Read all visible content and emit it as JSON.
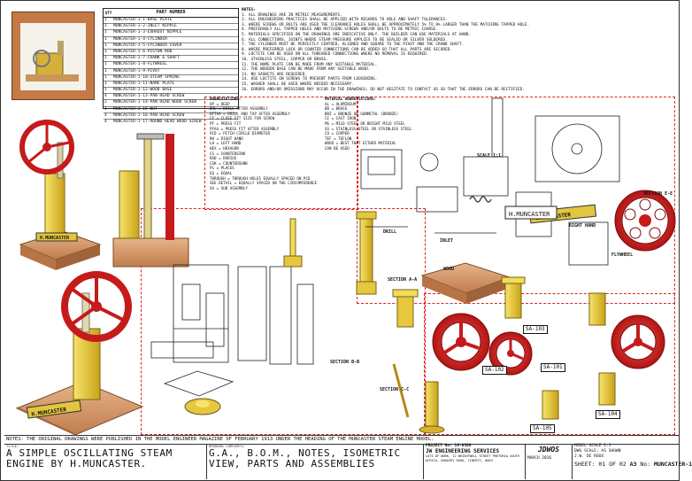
{
  "bom": {
    "header_ref": "QTY",
    "header": "PART NUMBER",
    "rows": [
      {
        "qty": "1",
        "part": "MUNCASTER-1-1-BASE PLATE"
      },
      {
        "qty": "1",
        "part": "MUNCASTER-1-2-INLET NIPPLE"
      },
      {
        "qty": "1",
        "part": "MUNCASTER-1-3-EXHAUST NIPPLE"
      },
      {
        "qty": "1",
        "part": "MUNCASTER-1-4-CYLINDER"
      },
      {
        "qty": "1",
        "part": "MUNCASTER-1-5-CYLINDER COVER"
      },
      {
        "qty": "1",
        "part": "MUNCASTER-1-6-PISTON ROD"
      },
      {
        "qty": "1",
        "part": "MUNCASTER-1-7-CRANK & SHAFT"
      },
      {
        "qty": "1",
        "part": "MUNCASTER-1-8-FLYWHEEL"
      },
      {
        "qty": "1",
        "part": "MUNCASTER-1-9-PIVOT"
      },
      {
        "qty": "1",
        "part": "MUNCASTER-1-10-STEAM SPRING"
      },
      {
        "qty": "1",
        "part": "MUNCASTER-1-11-NAME PLATE"
      },
      {
        "qty": "1",
        "part": "MUNCASTER-1-12-WOOD BASE"
      },
      {
        "qty": "4",
        "part": "MUNCASTER-1-13-PAN HEAD SCREW"
      },
      {
        "qty": "2",
        "part": "MUNCASTER-1-14-PAN HEAD WOOD SCREW"
      },
      {
        "qty": "1",
        "part": "MUNCASTER-1-15-NUT"
      },
      {
        "qty": "4",
        "part": "MUNCASTER-1-16-PAN HEAD SCREW"
      },
      {
        "qty": "4",
        "part": "MUNCASTER-1-17-ROUND HEAD WOOD SCREW"
      }
    ]
  },
  "notes": {
    "title": "NOTES:",
    "lines": [
      "1. ALL DRAWINGS ARE IN METRIC MEASUREMENTS.",
      "2. ALL ENGINEERING PRACTICES SHALL BE APPLIED WITH REGARDS TO HOLE AND SHAFT TOLERANCES.",
      "3. WHERE SCREWS OR BOLTS ARE USED THE CLEARANCE HOLES SHALL BE APPROXIMATELY 5% TO 8% LARGER THAN THE MATCHING TAPPED HOLE.",
      "4. PREFERABLY ALL TAPPED HOLES AND MATCHING SCREWS AND/OR BOLTS TO BE METRIC COARSE.",
      "5. MATERIALS SPECIFIED ON THE DRAWINGS ARE INDICATIVE ONLY. THE BUILDER CAN USE MATERIALS AT HAND.",
      "6. ALL CONNECTIONS, JOINTS WHERE STEAM PRESSURE APPLIES TO BE SEALED OR SILVER SOLDERED.",
      "7. THE CYLINDER MUST BE PERFECTLY CENTRED, ALIGNED AND SQUARE TO THE PIVOT AND THE CRANK SHAFT.",
      "8. WHERE PREFERRED LOCK OR COUNTER CONNECTIONS CAN BE ADDED SO THAT ALL PARTS ARE SECURED.",
      "9. LOCTITE CAN BE USED ON ALL THREADED CONNECTIONS WHERE NO REMOVAL IS REQUIRED.",
      "10. STAINLESS STEEL, COPPER OR BRASS.",
      "11. THE NAME PLATE CAN BE MADE FROM ANY SUITABLE MATERIAL.",
      "12. THE WOODEN BASE CAN BE MADE FROM ANY SUITABLE WOOD.",
      "13. NO GASKETS ARE REQUIRED.",
      "14. USE LOCTITE ON SCREWS TO PREVENT PARTS FROM LOOSENING.",
      "15. WASHER SHALL BE USED WHERE NEEDED NECESSARY.",
      "16. ERRORS AND/OR OMISSIONS MAY OCCUR IN THE DRAWINGS; DO NOT HESITATE TO CONTACT US SO THAT THE ERRORS CAN BE RECTIFIED."
    ]
  },
  "abbreviations": {
    "title": "ABBREVIATIONS:",
    "lines": [
      "DP = DEEP",
      "DRL = DRILL AFTER ASSEMBLY",
      "DFTAA = DRILL AND TAP AFTER ASSEMBLY",
      "CF = CLOSE FIT SIZE FOR SCREW",
      "PF = PRESS FIT",
      "PFAA = PRESS FIT AFTER ASSEMBLY",
      "PCD = PITCH CIRCLE DIAMETER",
      "RH = RIGHT HAND",
      "LH = LEFT HAND",
      "HEX = HEXAGON",
      "CS = COUNTERSINK",
      "RAD = RADIUS",
      "CSK = COUNTERSUNK",
      "PL = PLACES",
      "EQ = EQUAL",
      "THROUGH = THROUGH HOLES EQUALLY SPACED ON PCD",
      "SEE DETAIL = EQUALLY SPACED ON THE CIRCUMFERENCE",
      "SA = SUB ASSEMBLY"
    ]
  },
  "materials": {
    "title": "MATERIAL ABBREVIATIONS:",
    "lines": [
      "AL = ALUMINIUM",
      "BR = BRASS",
      "BRZ = BRONZE OR GUNMETAL (BRONZE)",
      "CI = CAST IRON",
      "MS = MILD STEEL OR BRIGHT MILD STEEL",
      "SS = STAINLESS STEEL OR STAINLESS STEEL",
      "CU = COPPER",
      "TEF = TEFLON",
      "WOOD = BEST THAT EITHER MATERIAL",
      "CAN BE USED"
    ]
  },
  "view_labels": {
    "nameplate": "H.MUNCASTER",
    "model_name": "H.MUNCASTER",
    "section_aa": "SECTION A-A",
    "section_bb": "SECTION B-B",
    "section_cc": "SECTION C-C",
    "section_ee": "SECTION E-E",
    "scale": "SCALE 1:1",
    "drill": "DRILL",
    "inlet": "INLET",
    "wood": "WOOD",
    "flywheel": "FLYWHEEL",
    "right_hand": "RIGHT HAND"
  },
  "callouts": {
    "sa_101": "SA-101",
    "sa_102": "SA-102",
    "sa_103": "SA-103",
    "sa_104": "SA-104",
    "sa_105": "SA-105"
  },
  "footnote": "NOTES: THE ORIGINAL DRAWINGS WERE PUBLISHED IN THE MODEL ENGINEER MAGAZINE OF FEBRUARY 1913 UNDER THE HEADING OF THE MUNCASTER STEAM ENGINE MODEL.",
  "title_block": {
    "title_label": "TITLE:",
    "title": "A SIMPLE OSCILLATING STEAM ENGINE BY H.MUNCASTER.",
    "drawing_label": "DRAWING CONTENTS:",
    "drawing": "G.A., B.O.M., NOTES, ISOMETRIC VIEW, PARTS AND ASSEMBLIES",
    "project_label": "PROJECT No: 16-0309",
    "company": "JW ENGINEERING SERVICES",
    "company_sub": "LOTS OF WORK, 12 BRIGHTWELL STREET PRETORIA SOUTH AFRICA, ENQUIRY ROAD, LIBERTY, 0003",
    "logo": "JDWOS",
    "model_scale": "MODEL SCALE 1:1",
    "dwg_scale": "DWG SCALE: AS SHOWN",
    "sheet": "SHEET: 01 OF 02",
    "size": "A3",
    "number_label": "No:",
    "number": "MUNCASTER-1",
    "date": "MARCH 2016",
    "drawn_by": "J.W. DE ROUX"
  }
}
